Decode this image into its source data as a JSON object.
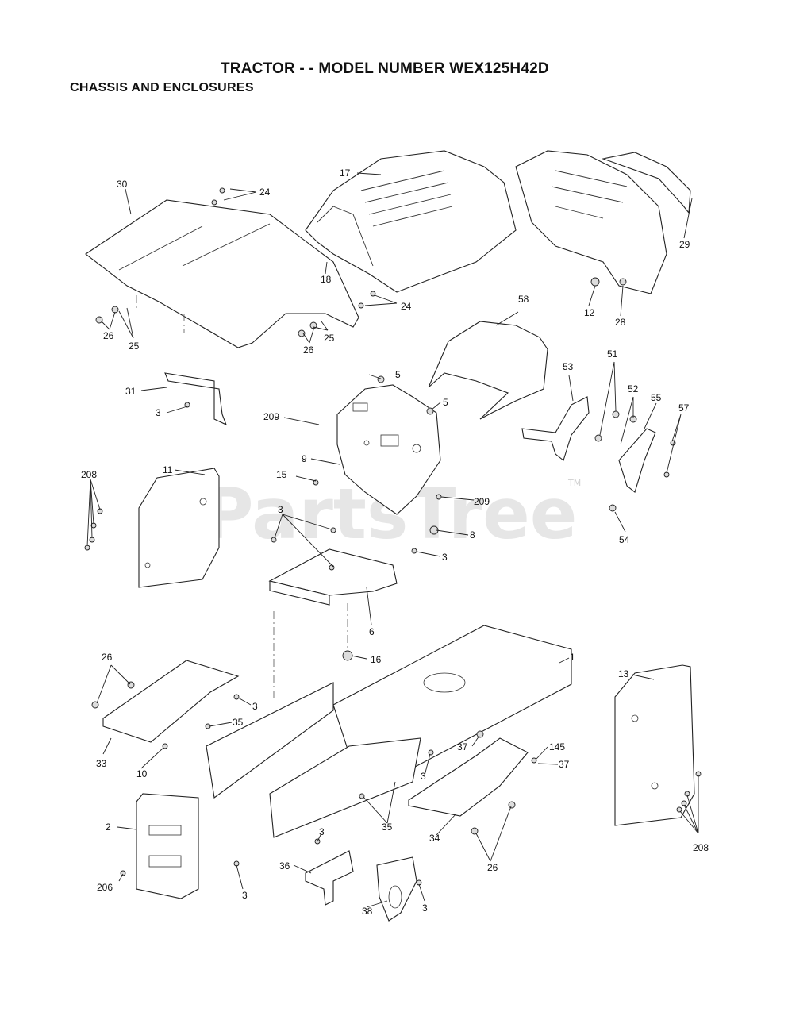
{
  "title": "TRACTOR - - MODEL NUMBER WEX125H42D",
  "subtitle": "CHASSIS AND ENCLOSURES",
  "watermark": "PartsTree",
  "watermark_tm": "TM",
  "callouts": {
    "c30": "30",
    "c24a": "24",
    "c17": "17",
    "c29": "29",
    "c18": "18",
    "c24b": "24",
    "c12": "12",
    "c28": "28",
    "c26a": "26",
    "c25a": "25",
    "c26b": "26",
    "c25b": "25",
    "c58": "58",
    "c31": "31",
    "c3a": "3",
    "c5a": "5",
    "c5b": "5",
    "c53": "53",
    "c51": "51",
    "c52": "52",
    "c55": "55",
    "c57": "57",
    "c209a": "209",
    "c9": "9",
    "c208a": "208",
    "c11": "11",
    "c15": "15",
    "c209b": "209",
    "c54": "54",
    "c3b": "3",
    "c8": "8",
    "c3c": "3",
    "c6": "6",
    "c16": "16",
    "c1": "1",
    "c26c": "26",
    "c13": "13",
    "c3d": "3",
    "c35a": "35",
    "c33": "33",
    "c10": "10",
    "c37a": "37",
    "c145": "145",
    "c37b": "37",
    "c3e": "3",
    "c2": "2",
    "c35b": "35",
    "c34": "34",
    "c208b": "208",
    "c3f": "3",
    "c36": "36",
    "c26d": "26",
    "c206": "206",
    "c3g": "3",
    "c38": "38",
    "c3h": "3"
  }
}
